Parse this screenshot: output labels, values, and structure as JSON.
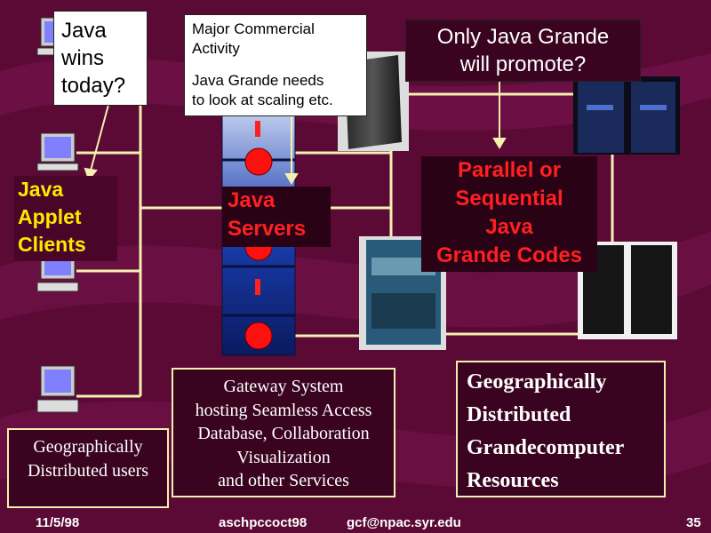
{
  "callouts": {
    "java_wins": "Java\nwins\ntoday?",
    "major_commercial": "Major Commercial\nActivity",
    "grande_scaling": "Java Grande needs\nto look at scaling etc.",
    "only_grande": "Only Java Grande\nwill promote?"
  },
  "labels": {
    "applet_clients": "Java\nApplet\nClients",
    "java_servers": "Java\nServers",
    "grande_codes": "Parallel or\nSequential\nJava\nGrande Codes"
  },
  "boxes": {
    "geo_users": "Geographically\nDistributed users",
    "gateway": "Gateway System\nhosting Seamless Access\nDatabase, Collaboration\nVisualization\nand other Services",
    "geo_resources": "Geographically\nDistributed\nGrandecomputer\nResources"
  },
  "footer": {
    "date": "11/5/98",
    "code": "aschpccoct98",
    "email": "gcf@npac.syr.edu",
    "page": "35"
  },
  "colors": {
    "background": "#5a0a35",
    "accent_yellow": "#ffe800",
    "accent_red": "#ff2020",
    "line": "#f6f0b0"
  }
}
